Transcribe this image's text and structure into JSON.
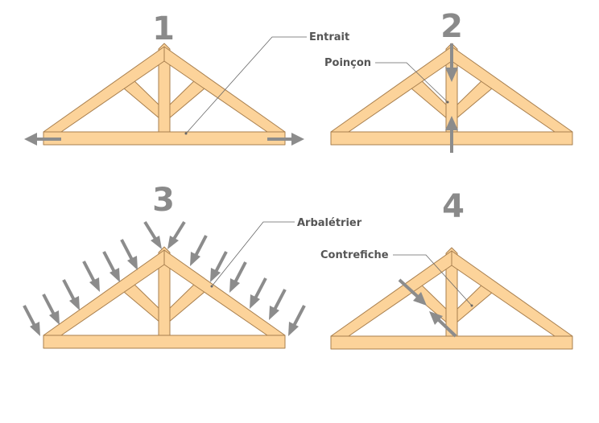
{
  "panels": [
    {
      "number": "1",
      "label": "Entrait"
    },
    {
      "number": "2",
      "label": "Poinçon"
    },
    {
      "number": "3",
      "label": "Arbalétrier"
    },
    {
      "number": "4",
      "label": "Contrefiche"
    }
  ],
  "colors": {
    "wood_fill": "#fcd39a",
    "wood_edge": "#a87f4e",
    "arrow": "#8c8c8c",
    "number": "#8a8a8a",
    "label": "#555555"
  }
}
